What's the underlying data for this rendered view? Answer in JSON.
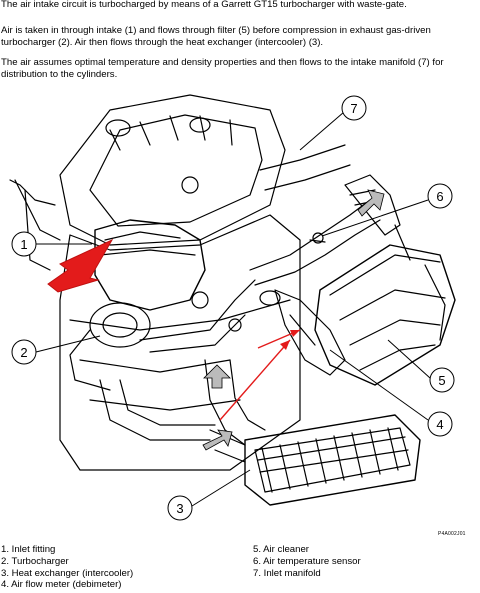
{
  "intro": {
    "p1": "The air intake circuit is turbocharged by means of a Garrett GT15 turbocharger with waste-gate.",
    "p2": "Air is taken in through intake (1) and flows through filter (5) before compression in exhaust gas-driven turbocharger (2). Air then flows through the heat exchanger (intercooler) (3).",
    "p3": "The air assumes optimal temperature and density properties and then flows to the intake manifold (7) for distribution to the cylinders."
  },
  "figure": {
    "code": "P4A002J01",
    "callouts": [
      "1",
      "2",
      "3",
      "4",
      "5",
      "6",
      "7"
    ]
  },
  "legend": {
    "left": [
      "1.  Inlet fitting",
      "2.  Turbocharger",
      "3.  Heat exchanger (intercooler)",
      "4.  Air flow meter (debimeter)"
    ],
    "right": [
      "5.  Air cleaner",
      "6.  Air temperature sensor",
      "7.  Inlet manifold"
    ]
  },
  "colors": {
    "flow_arrow": "#e31b1b",
    "ink": "#000000"
  }
}
